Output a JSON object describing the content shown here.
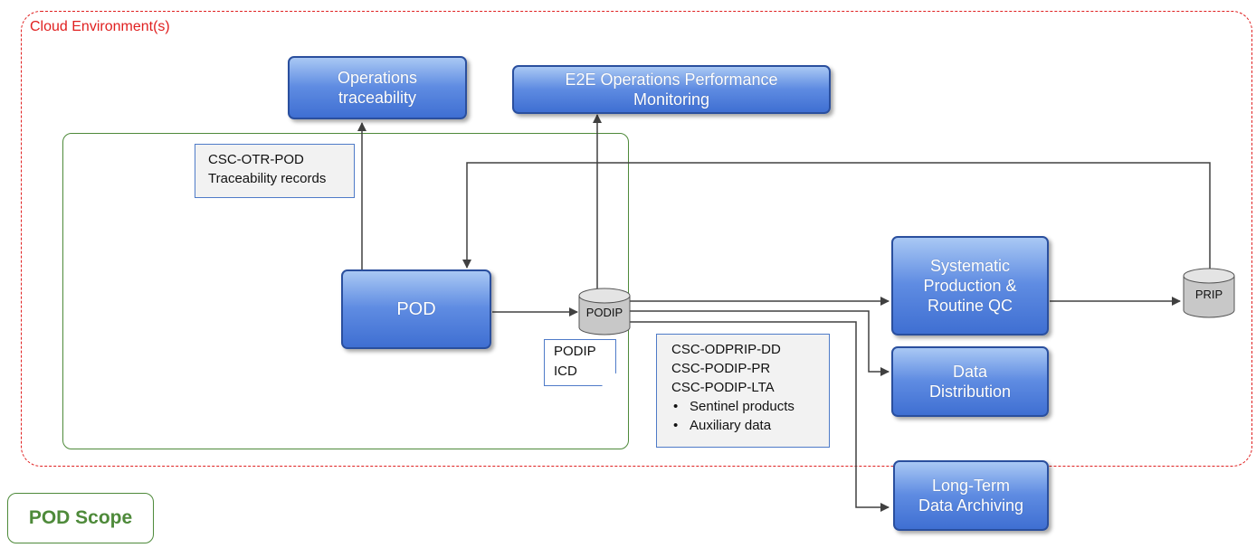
{
  "cloud": {
    "label": "Cloud Environment(s)",
    "border_color": "#e02020"
  },
  "scope": {
    "label": "POD Scope",
    "color": "#4e8a3a"
  },
  "nodes": {
    "ops_trace": "Operations\ntraceability",
    "e2e": "E2E Operations Performance\nMonitoring",
    "pod": "POD",
    "systematic": "Systematic\nProduction &\nRoutine QC",
    "distribution": "Data\nDistribution",
    "archiving": "Long-Term\nData Archiving"
  },
  "stores": {
    "podip": "PODIP",
    "prip": "PRIP"
  },
  "notes": {
    "otr": {
      "line1": "CSC-OTR-POD",
      "line2": "Traceability records"
    },
    "icd": "PODIP\nICD",
    "csc": {
      "line1": "CSC-ODPRIP-DD",
      "line2": "CSC-PODIP-PR",
      "line3": "CSC-PODIP-LTA",
      "bullets": [
        "Sentinel products",
        "Auxiliary data"
      ]
    }
  },
  "colors": {
    "node_fill": "#5f8ce2",
    "node_border": "#2a4f9e",
    "note_border": "#4f7bc8",
    "wire": "#404040"
  }
}
